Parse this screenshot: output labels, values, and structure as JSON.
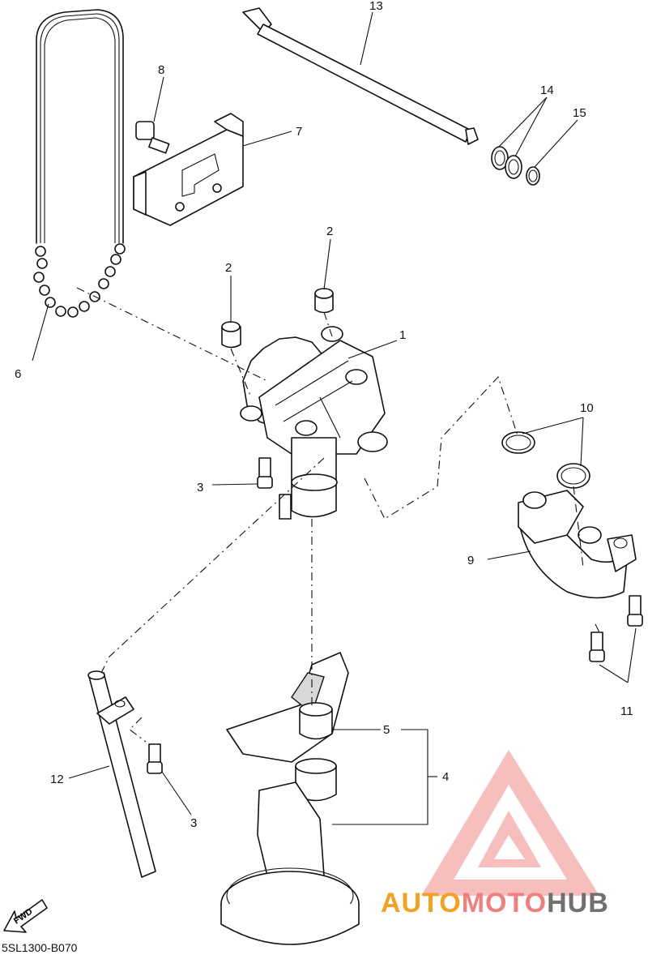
{
  "diagram": {
    "code": "5SL1300-B070",
    "fwd_label": "FWD",
    "callouts": {
      "p1": "1",
      "p2a": "2",
      "p2b": "2",
      "p3a": "3",
      "p3b": "3",
      "p4": "4",
      "p5": "5",
      "p6": "6",
      "p7": "7",
      "p8": "8",
      "p9": "9",
      "p10": "10",
      "p11": "11",
      "p12": "12",
      "p13": "13",
      "p14": "14",
      "p15": "15"
    }
  },
  "watermark": {
    "part1": "AUTO",
    "part2": "MOTO",
    "part3": "HUB",
    "color_primary": "#f5a020",
    "color_accent": "#f08080",
    "color_dark": "#707070"
  }
}
